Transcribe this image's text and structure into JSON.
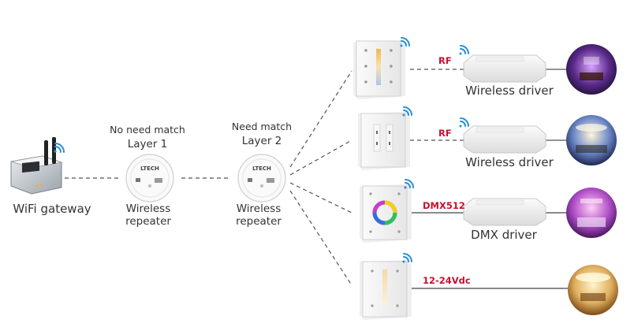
{
  "gateway": {
    "label": "WiFi gateway"
  },
  "repeater1": {
    "note_line1": "No need match",
    "note_line2": "Layer 1",
    "label_line1": "Wireless",
    "label_line2": "repeater",
    "brand": "LTECH"
  },
  "repeater2": {
    "note_line1": "Need match",
    "note_line2": "Layer 2",
    "label_line1": "Wireless",
    "label_line2": "repeater",
    "brand": "LTECH"
  },
  "drivers": [
    {
      "label": "Wireless driver",
      "signal": "RF"
    },
    {
      "label": "Wireless driver",
      "signal": "RF"
    },
    {
      "label": "DMX driver",
      "signal": "DMX512"
    },
    {
      "signal": "12-24Vdc"
    }
  ],
  "colors": {
    "signal_text": "#c8102e",
    "wifi_icon": "#2a8fd6",
    "dashed_line": "#555555"
  }
}
